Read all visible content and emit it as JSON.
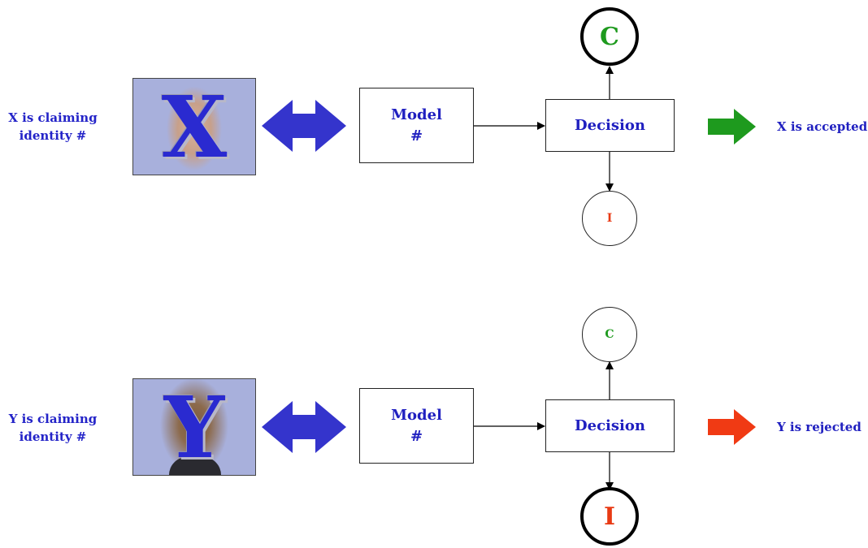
{
  "rows": [
    {
      "claim": "X is claiming\nidentity #",
      "photo_letter": "X",
      "model_label": "Model\n#",
      "decision_label": "Decision",
      "circle_c": "C",
      "circle_i": "I",
      "emphasized": "C",
      "result_label": "X is accepted",
      "result_color": "#1e9a1e"
    },
    {
      "claim": "Y is claiming\nidentity #",
      "photo_letter": "Y",
      "model_label": "Model\n#",
      "decision_label": "Decision",
      "circle_c": "C",
      "circle_i": "I",
      "emphasized": "I",
      "result_label": "Y is rejected",
      "result_color": "#f03a14"
    }
  ],
  "colors": {
    "text_blue": "#2020c0",
    "double_arrow": "#3434cc",
    "c_letter": "#1e9a1e",
    "i_letter": "#e83a14",
    "photo_bg": "#a8b0dc"
  },
  "icons": {
    "bidirectional": "double-headed-arrow-icon",
    "result": "right-arrow-icon"
  }
}
